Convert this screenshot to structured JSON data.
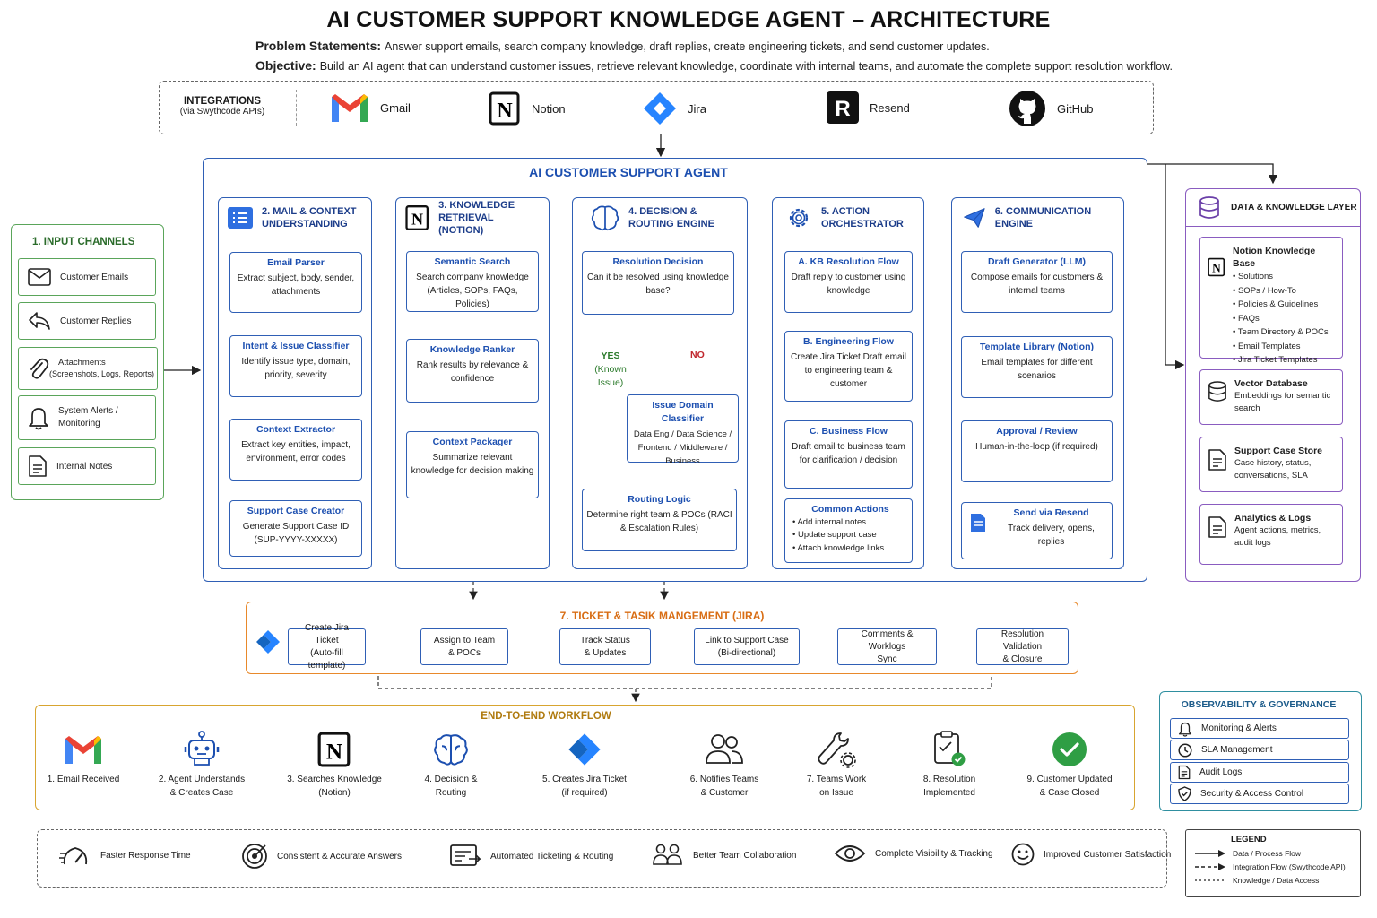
{
  "title": "AI CUSTOMER SUPPORT KNOWLEDGE AGENT – ARCHITECTURE",
  "problem": {
    "label": "Problem Statements:",
    "text": "Answer support emails, search company knowledge, draft replies, create engineering tickets, and send customer updates."
  },
  "objective": {
    "label": "Objective:",
    "text": "Build an AI agent that can understand customer issues, retrieve relevant knowledge, coordinate with internal teams, and automate the complete support resolution workflow."
  },
  "integrations": {
    "label": "INTEGRATIONS",
    "sublabel": "(via Swythcode APIs)",
    "items": [
      {
        "name": "Gmail",
        "icon": "gmail-icon"
      },
      {
        "name": "Notion",
        "icon": "notion-icon"
      },
      {
        "name": "Jira",
        "icon": "jira-icon"
      },
      {
        "name": "Resend",
        "icon": "resend-icon"
      },
      {
        "name": "GitHub",
        "icon": "github-icon"
      }
    ]
  },
  "input_channels": {
    "title": "1. INPUT CHANNELS",
    "items": [
      {
        "label": "Customer Emails",
        "icon": "mail-icon"
      },
      {
        "label": "Customer Replies",
        "icon": "reply-icon"
      },
      {
        "label": "Attachments",
        "sub": "(Screenshots, Logs, Reports)",
        "icon": "paperclip-icon"
      },
      {
        "label": "System Alerts /",
        "sub": "Monitoring",
        "icon": "bell-icon"
      },
      {
        "label": "Internal Notes",
        "icon": "note-icon"
      }
    ]
  },
  "agent": {
    "title": "AI CUSTOMER SUPPORT AGENT",
    "col2": {
      "title": "2. MAIL & CONTEXT\nUNDERSTANDING",
      "cards": [
        {
          "title": "Email Parser",
          "text": "Extract subject, body, sender, attachments"
        },
        {
          "title": "Intent & Issue Classifier",
          "text": "Identify issue type, domain, priority, severity"
        },
        {
          "title": "Context Extractor",
          "text": "Extract key entities, impact, environment, error codes"
        },
        {
          "title": "Support Case Creator",
          "text": "Generate Support Case ID (SUP-YYYY-XXXXX)"
        }
      ]
    },
    "col3": {
      "title": "3. KNOWLEDGE\nRETRIEVAL (NOTION)",
      "cards": [
        {
          "title": "Semantic Search",
          "text": "Search company knowledge (Articles, SOPs, FAQs, Policies)"
        },
        {
          "title": "Knowledge Ranker",
          "text": "Rank results by relevance & confidence"
        },
        {
          "title": "Context Packager",
          "text": "Summarize relevant knowledge for decision making"
        }
      ]
    },
    "col4": {
      "title": "4. DECISION &\nROUTING ENGINE",
      "resolution": {
        "title": "Resolution Decision",
        "text": "Can it be resolved using knowledge base?"
      },
      "yes": "YES",
      "yes_sub": "(Known Issue)",
      "no": "NO",
      "classifier": {
        "title": "Issue Domain Classifier",
        "text": "Data Eng / Data Science / Frontend / Middleware / Business"
      },
      "routing": {
        "title": "Routing Logic",
        "text": "Determine right team & POCs (RACI & Escalation Rules)"
      }
    },
    "col5": {
      "title": "5. ACTION\nORCHESTRATOR",
      "cards": [
        {
          "title": "A. KB Resolution Flow",
          "text": "Draft reply to customer using knowledge"
        },
        {
          "title": "B. Engineering Flow",
          "text": "Create Jira Ticket Draft email to engineering team & customer"
        },
        {
          "title": "C. Business Flow",
          "text": "Draft email to business team for clarification / decision"
        }
      ],
      "common": {
        "title": "Common Actions",
        "items": [
          "Add internal notes",
          "Update support case",
          "Attach knowledge links"
        ]
      }
    },
    "col6": {
      "title": "6. COMMUNICATION ENGINE",
      "cards": [
        {
          "title": "Draft Generator (LLM)",
          "text": "Compose emails for customers & internal teams"
        },
        {
          "title": "Template Library (Notion)",
          "text": "Email templates for different scenarios"
        },
        {
          "title": "Approval / Review",
          "text": "Human-in-the-loop (if required)"
        },
        {
          "title": "Send via Resend",
          "text": "Track delivery, opens, replies"
        }
      ]
    }
  },
  "data_layer": {
    "title": "DATA & KNOWLEDGE LAYER",
    "notion": {
      "title": "Notion Knowledge Base",
      "items": [
        "Solutions",
        "SOPs / How-To",
        "Policies & Guidelines",
        "FAQs",
        "Team Directory & POCs",
        "Email Templates",
        "Jira Ticket Templates"
      ]
    },
    "cards": [
      {
        "title": "Vector Database",
        "text": "Embeddings for semantic search",
        "icon": "database-icon"
      },
      {
        "title": "Support Case Store",
        "text": "Case history, status, conversations, SLA",
        "icon": "document-icon"
      },
      {
        "title": "Analytics & Logs",
        "text": "Agent actions, metrics, audit logs",
        "icon": "document-icon"
      }
    ]
  },
  "ticket": {
    "title": "7. TICKET & TASIK MANGEMENT (JIRA)",
    "steps": [
      "Create Jira Ticket\n(Auto-fill template)",
      "Assign to Team\n& POCs",
      "Track Status\n& Updates",
      "Link to Support Case\n(Bi-directional)",
      "Comments & Worklogs\nSync",
      "Resolution Validation\n& Closure"
    ]
  },
  "workflow": {
    "title": "END-TO-END WORKFLOW",
    "steps": [
      {
        "label": "1. Email Received",
        "icon": "gmail-icon"
      },
      {
        "label": "2. Agent Understands\n& Creates Case",
        "icon": "robot-icon"
      },
      {
        "label": "3. Searches Knowledge\n(Notion)",
        "icon": "notion-icon"
      },
      {
        "label": "4. Decision &\nRouting",
        "icon": "brain-icon"
      },
      {
        "label": "5. Creates Jira Ticket\n(if required)",
        "icon": "jira-icon"
      },
      {
        "label": "6. Notifies Teams\n& Customer",
        "icon": "users-icon"
      },
      {
        "label": "7. Teams Work\non Issue",
        "icon": "wrench-icon"
      },
      {
        "label": "8. Resolution\nImplemented",
        "icon": "checklist-icon"
      },
      {
        "label": "9. Customer Updated\n& Case Closed",
        "icon": "check-circle-icon"
      }
    ]
  },
  "observability": {
    "title": "OBSERVABILITY & GOVERNANCE",
    "items": [
      {
        "label": "Monitoring & Alerts",
        "icon": "bell-icon"
      },
      {
        "label": "SLA Management",
        "icon": "clock-icon"
      },
      {
        "label": "Audit Logs",
        "icon": "document-icon"
      },
      {
        "label": "Security & Access Control",
        "icon": "shield-icon"
      }
    ]
  },
  "benefits": [
    {
      "label": "Faster Response Time",
      "icon": "speedometer-icon"
    },
    {
      "label": "Consistent & Accurate Answers",
      "icon": "target-icon"
    },
    {
      "label": "Automated Ticketing & Routing",
      "icon": "ticket-icon"
    },
    {
      "label": "Better Team Collaboration",
      "icon": "team-icon"
    },
    {
      "label": "Complete Visibility & Tracking",
      "icon": "eye-icon"
    },
    {
      "label": "Improved Customer Satisfaction",
      "icon": "smile-icon"
    }
  ],
  "legend": {
    "title": "LEGEND",
    "items": [
      "Data / Process Flow",
      "Integration Flow (Swythcode API)",
      "Knowledge / Data Access"
    ]
  },
  "colors": {
    "blue": "#2f5fb5",
    "green": "#5aa55a",
    "purple": "#8a5cc0",
    "orange": "#e8892b",
    "gold": "#d8a530",
    "teal": "#2f8fa0"
  }
}
